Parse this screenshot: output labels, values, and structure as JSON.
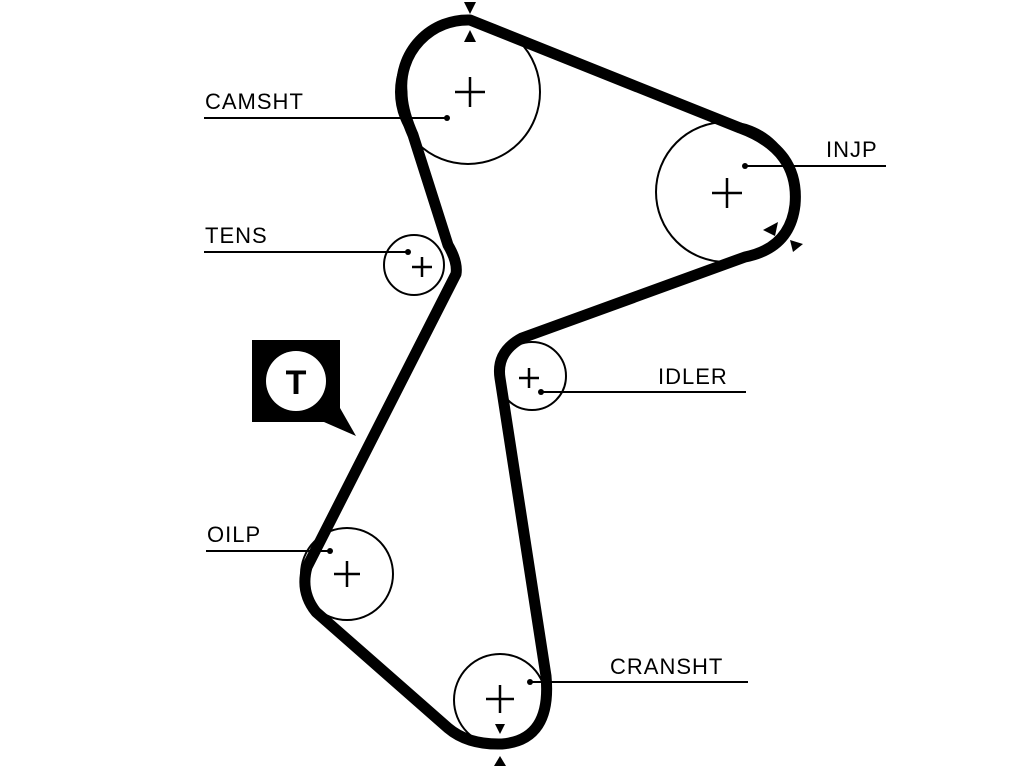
{
  "diagram": {
    "components": {
      "camshaft": {
        "label": "CAMSHT"
      },
      "tensioner": {
        "label": "TENS"
      },
      "injection_pump": {
        "label": "INJP"
      },
      "idler": {
        "label": "IDLER"
      },
      "oil_pump": {
        "label": "OILP"
      },
      "crankshaft": {
        "label": "CRANSHT"
      }
    },
    "tension_badge": {
      "letter": "T"
    },
    "colors": {
      "belt": "#000000",
      "pulley": "#000000",
      "background": "#ffffff"
    }
  }
}
